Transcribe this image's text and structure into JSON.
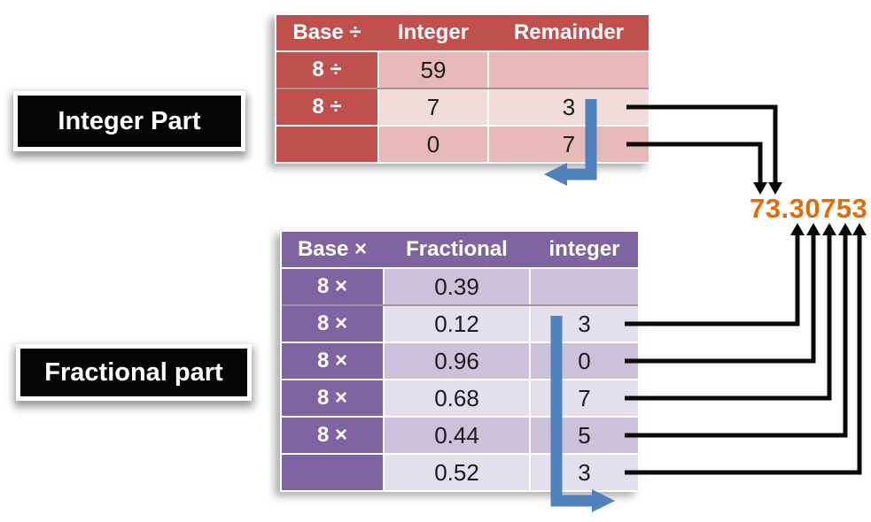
{
  "title": "Decimal 59.39 to octal conversion diagram",
  "labels": {
    "integer_part": "Integer Part",
    "fractional_part": "Fractional part"
  },
  "result": {
    "value": "73.30753",
    "color": "#E36C0A"
  },
  "integer_table": {
    "headers": [
      "Base ÷",
      "Integer",
      "Remainder"
    ],
    "rows": [
      [
        "8 ÷",
        "59",
        ""
      ],
      [
        "8 ÷",
        "7",
        "3"
      ],
      [
        "",
        "0",
        "7"
      ]
    ]
  },
  "fractional_table": {
    "headers": [
      "Base ×",
      "Fractional",
      "integer"
    ],
    "rows": [
      [
        "8 ×",
        "0.39",
        ""
      ],
      [
        "8 ×",
        "0.12",
        "3"
      ],
      [
        "8 ×",
        "0.96",
        "0"
      ],
      [
        "8 ×",
        "0.68",
        "7"
      ],
      [
        "8 ×",
        "0.44",
        "5"
      ],
      [
        "",
        "0.52",
        "3"
      ]
    ]
  },
  "colors": {
    "red_header": "#C0504D",
    "red_row_dark": "#E6B9B8",
    "red_row_light": "#F2DCDB",
    "purple_header": "#8064A2",
    "purple_row_dark": "#CCC1DA",
    "purple_row_light": "#E4DFEC",
    "label_background": "#000000",
    "label_text": "#FFFFFF",
    "result_orange": "#E36C0A",
    "arrow_blue": "#4F81BD",
    "arrow_black": "#000000"
  }
}
